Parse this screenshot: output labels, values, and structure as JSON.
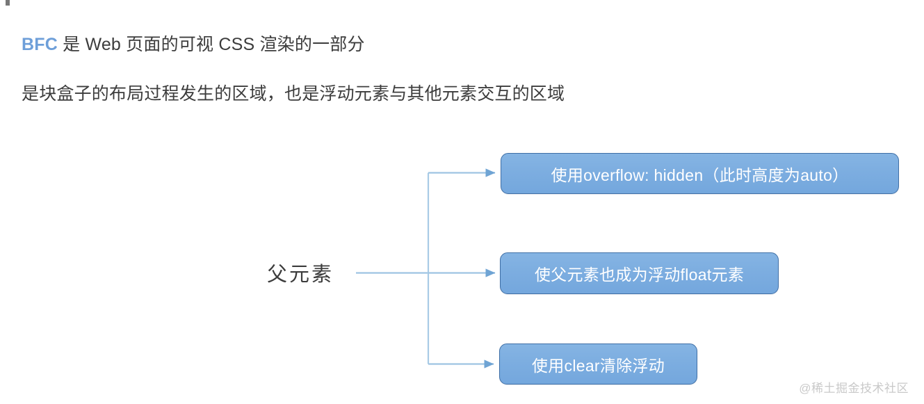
{
  "slide": {
    "background_color": "#ffffff",
    "headings": [
      {
        "accent_text": "BFC",
        "accent_color": "#6e9fd9",
        "rest_text": " 是 Web 页面的可视 CSS 渲染的一部分",
        "text_color": "#3c3c3c"
      },
      {
        "accent_text": "",
        "accent_color": "#6e9fd9",
        "rest_text": "是块盒子的布局过程发生的区域，也是浮动元素与其他元素交互的区域",
        "text_color": "#3c3c3c"
      }
    ]
  },
  "diagram": {
    "root_label": "父元素",
    "connector_color": "#9ec4e2",
    "box_fill_color": "#7cade0",
    "box_border_color": "#3f6fa6",
    "box_text_color": "#ffffff",
    "nodes": [
      {
        "label": "使用overflow: hidden（此时高度为auto）"
      },
      {
        "label": "使父元素也成为浮动float元素"
      },
      {
        "label": "使用clear清除浮动"
      }
    ]
  },
  "watermark": {
    "text": "@稀土掘金技术社区",
    "color": "#c9c9c9"
  }
}
